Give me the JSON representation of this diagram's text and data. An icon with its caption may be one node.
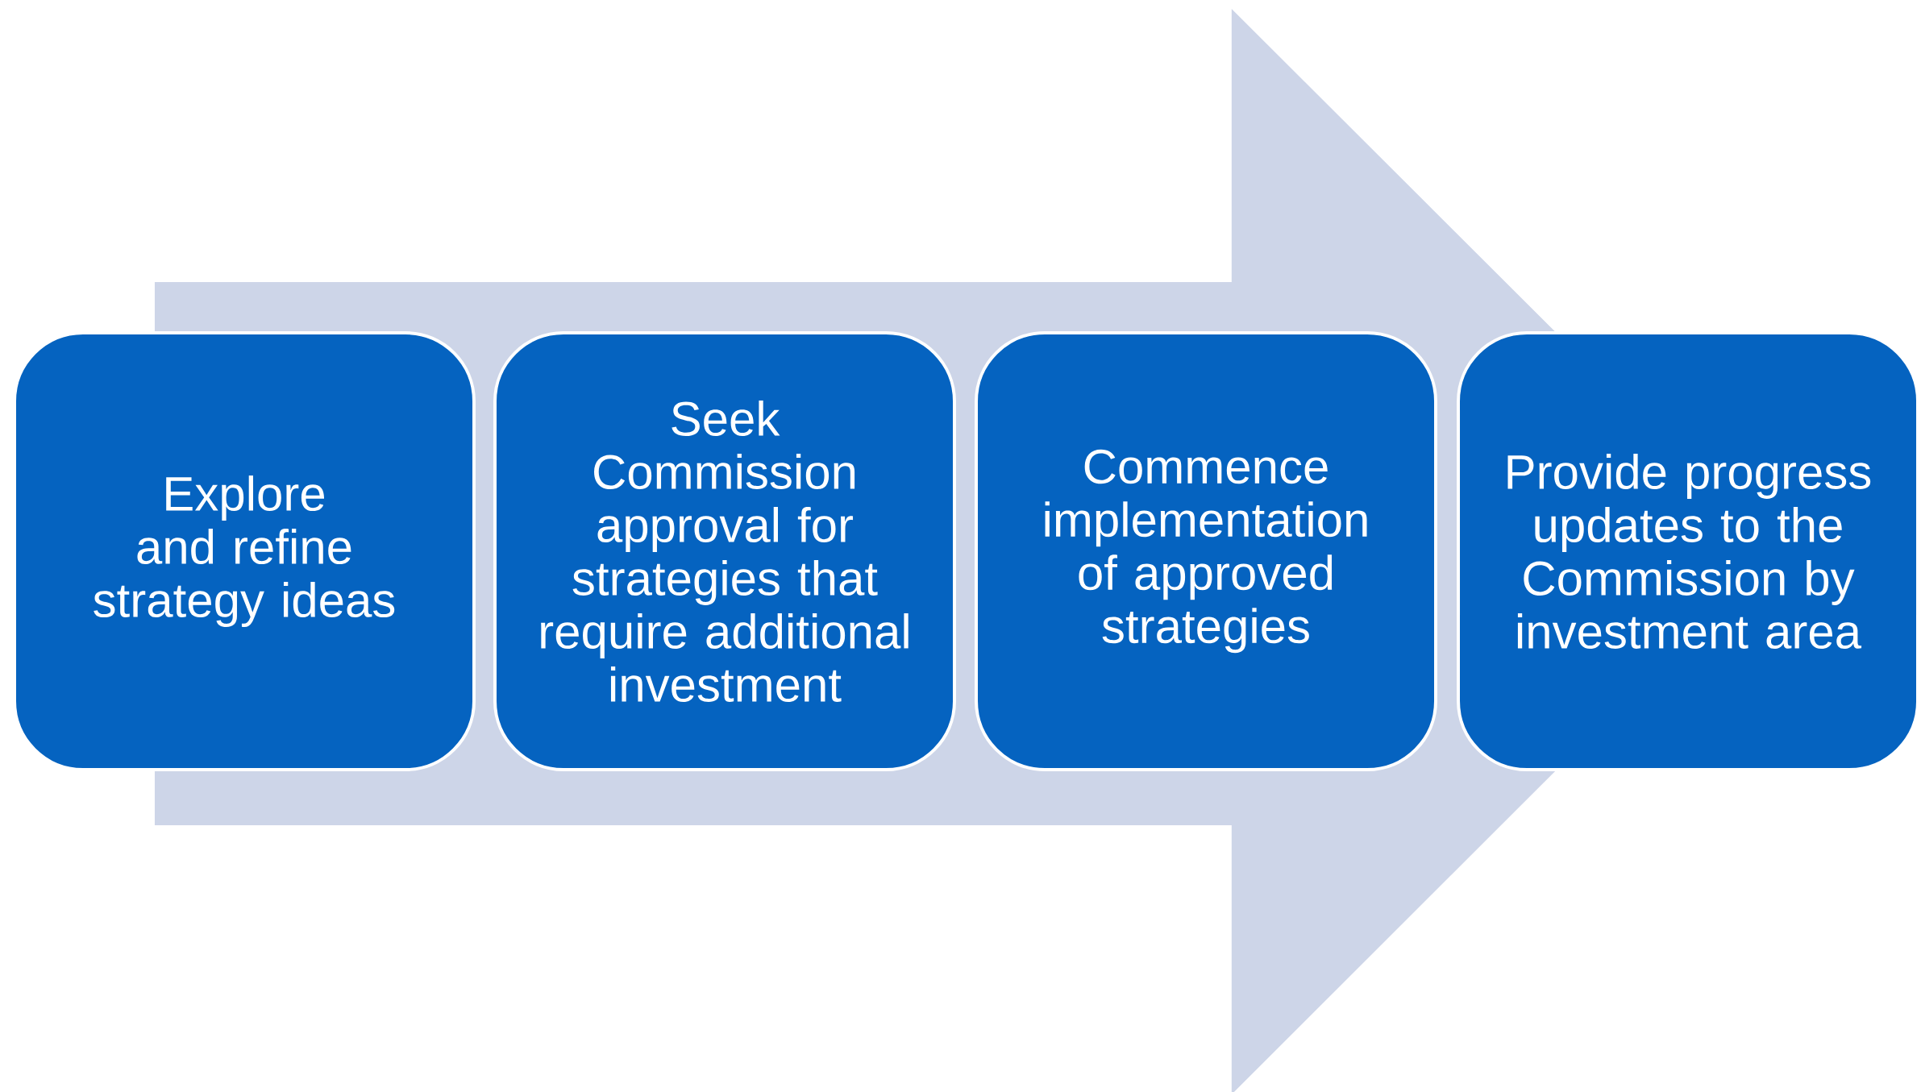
{
  "diagram": {
    "nodes": [
      {
        "text": [
          "Explore and refine strategy ideas"
        ]
      },
      {
        "text": [
          "Seek Commission approval for strategies that require additional investment"
        ]
      },
      {
        "text": [
          "Commence implementation of approved strategies"
        ]
      },
      {
        "text": [
          "Provide progress updates to the Commission by investment area"
        ]
      }
    ],
    "edges": [
      {
        "from": 0,
        "to": 3,
        "arrow": "to"
      }
    ]
  }
}
